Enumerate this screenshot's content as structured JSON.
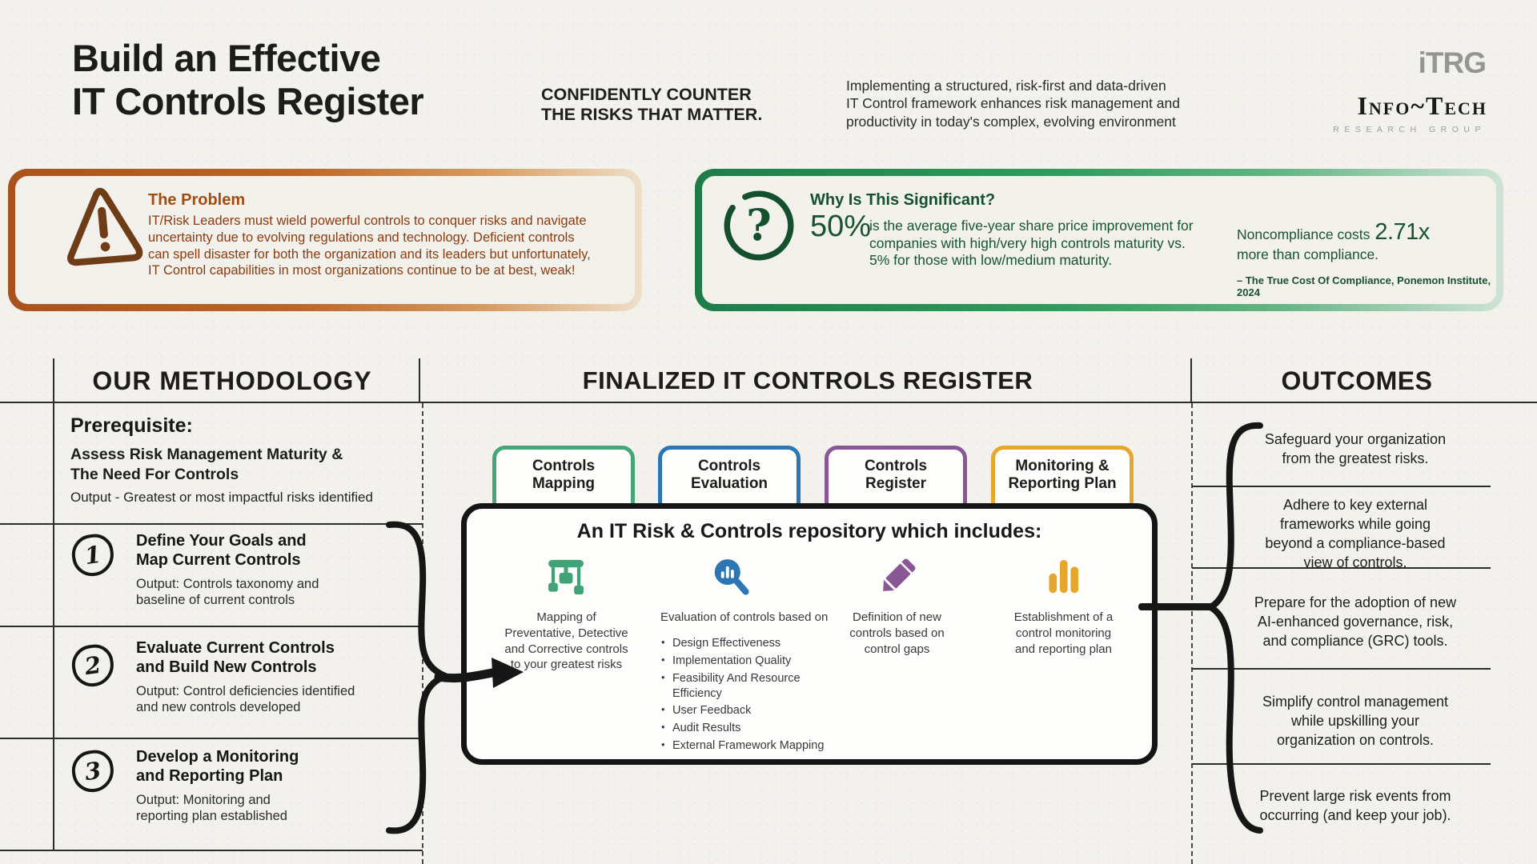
{
  "header": {
    "title": "Build an Effective\nIT Controls Register",
    "tagline": "CONFIDENTLY COUNTER\nTHE RISKS THAT MATTER.",
    "intro": "Implementing a structured, risk-first and data-driven\nIT Control framework enhances risk management and\nproductivity in today's complex, evolving environment",
    "logo_itrg": "iTRG",
    "logo_infotech": "Info~Tech",
    "logo_subtitle": "RESEARCH GROUP"
  },
  "problem": {
    "title": "The Problem",
    "body": "IT/Risk Leaders must wield powerful controls to conquer risks and navigate\nuncertainty due to evolving regulations and technology. Deficient controls\ncan spell disaster for both the organization and its leaders but unfortunately,\nIT Control capabilities in most organizations continue to be at best, weak!",
    "accent_color": "#b4561e",
    "icon": "warning-icon"
  },
  "significance": {
    "title": "Why Is This Significant?",
    "stat_value": "50%",
    "stat_text": "is the average five-year share price improvement for\ncompanies with high/very high controls maturity vs.\n5% for those with low/medium maturity.",
    "noncompliance_prefix": "Noncompliance costs",
    "noncompliance_value": "2.71x",
    "noncompliance_suffix": "more than compliance.",
    "source": "– The True Cost Of Compliance, Ponemon Institute, 2024",
    "accent_color": "#2f9c5b",
    "icon": "question-icon"
  },
  "methodology": {
    "heading": "OUR METHODOLOGY",
    "prerequisite": {
      "title": "Prerequisite:",
      "subtitle": "Assess Risk Management Maturity &\nThe Need For Controls",
      "output": "Output - Greatest or most impactful risks identified"
    },
    "steps": [
      {
        "number": "1",
        "title": "Define Your Goals and\nMap Current Controls",
        "output": "Output: Controls taxonomy and\nbaseline of current controls"
      },
      {
        "number": "2",
        "title": "Evaluate Current Controls\nand Build New Controls",
        "output": "Output: Control deficiencies identified\nand new controls developed"
      },
      {
        "number": "3",
        "title": "Develop a Monitoring\nand Reporting Plan",
        "output": "Output: Monitoring and\nreporting plan established"
      }
    ]
  },
  "register": {
    "heading": "FINALIZED IT CONTROLS REGISTER",
    "tabs": [
      {
        "label": "Controls\nMapping",
        "color": "#45a678"
      },
      {
        "label": "Controls\nEvaluation",
        "color": "#2d76b5"
      },
      {
        "label": "Controls\nRegister",
        "color": "#8a5796"
      },
      {
        "label": "Monitoring &\nReporting Plan",
        "color": "#e5a72e"
      }
    ],
    "repository": {
      "title": "An IT Risk & Controls repository which includes:",
      "items": [
        {
          "icon": "sitemap-icon",
          "color": "#3fa377",
          "text": "Mapping of\nPreventative, Detective\nand Corrective controls\nto your greatest risks"
        },
        {
          "icon": "magnifier-chart-icon",
          "color": "#2d76b5",
          "text": "Evaluation of controls based on",
          "bullets": [
            "Design Effectiveness",
            "Implementation Quality",
            "Feasibility And Resource\nEfficiency",
            "User Feedback",
            "Audit Results",
            "External Framework Mapping"
          ]
        },
        {
          "icon": "pencil-icon",
          "color": "#8a5796",
          "text": "Definition of new\ncontrols based on\ncontrol gaps"
        },
        {
          "icon": "bar-chart-icon",
          "color": "#e5a72e",
          "text": "Establishment of a\ncontrol monitoring\nand reporting plan"
        }
      ]
    }
  },
  "outcomes": {
    "heading": "OUTCOMES",
    "items": [
      "Safeguard your organization\nfrom the greatest risks.",
      "Adhere to key external\nframeworks while going\nbeyond a compliance-based\nview of controls.",
      "Prepare for the adoption of new\nAI-enhanced governance, risk,\nand compliance (GRC) tools.",
      "Simplify control management\nwhile upskilling your\norganization on controls.",
      "Prevent large risk events from\noccurring (and keep your job)."
    ]
  }
}
